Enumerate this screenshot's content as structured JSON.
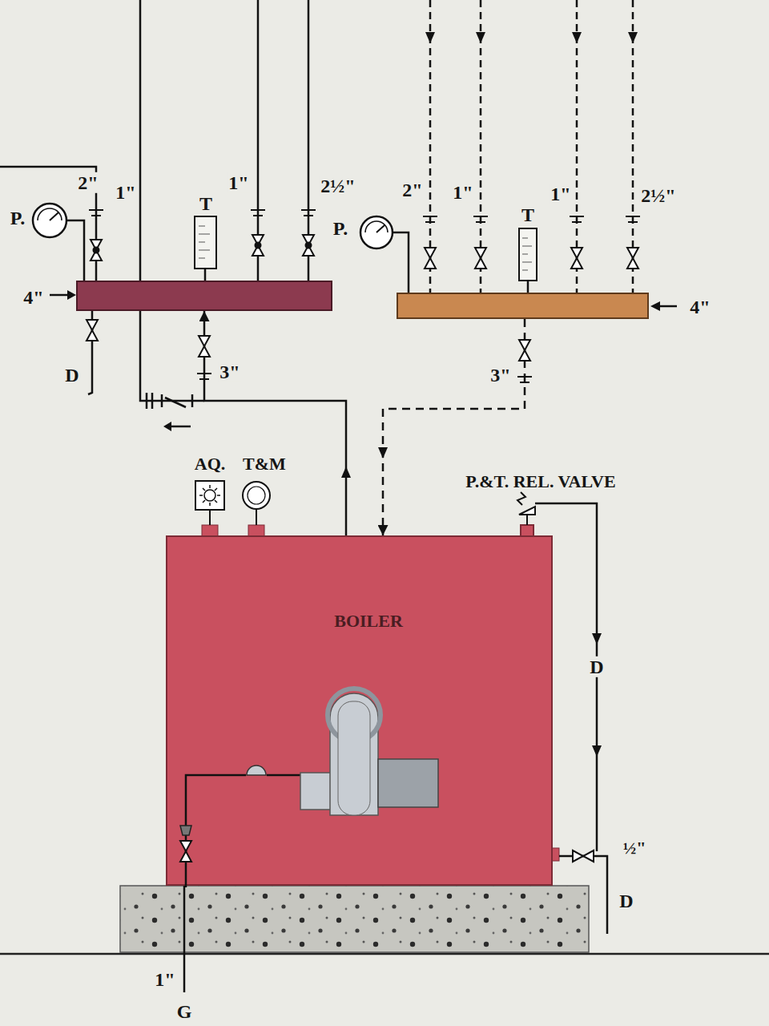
{
  "diagram": {
    "nodes": [
      {
        "text": [
          "4\""
        ]
      },
      {
        "text": [
          "4\""
        ]
      },
      {
        "text": [
          "BOILER"
        ]
      }
    ],
    "edges": [
      {
        "from": 2,
        "to": 0,
        "arrow": "to",
        "label": "3\""
      },
      {
        "from": 1,
        "to": 2,
        "arrow": "to",
        "label": "3\""
      }
    ],
    "labels": [
      "2\"",
      "1\"",
      "P.",
      "T",
      "1\"",
      "2½\"",
      "D",
      "2\"",
      "1\"",
      "P.",
      "T",
      "1\"",
      "2½\"",
      "AQ.",
      "T&M",
      "P.&T. REL. VALVE",
      "D",
      "½\"",
      "D",
      "1\"",
      "G"
    ]
  }
}
